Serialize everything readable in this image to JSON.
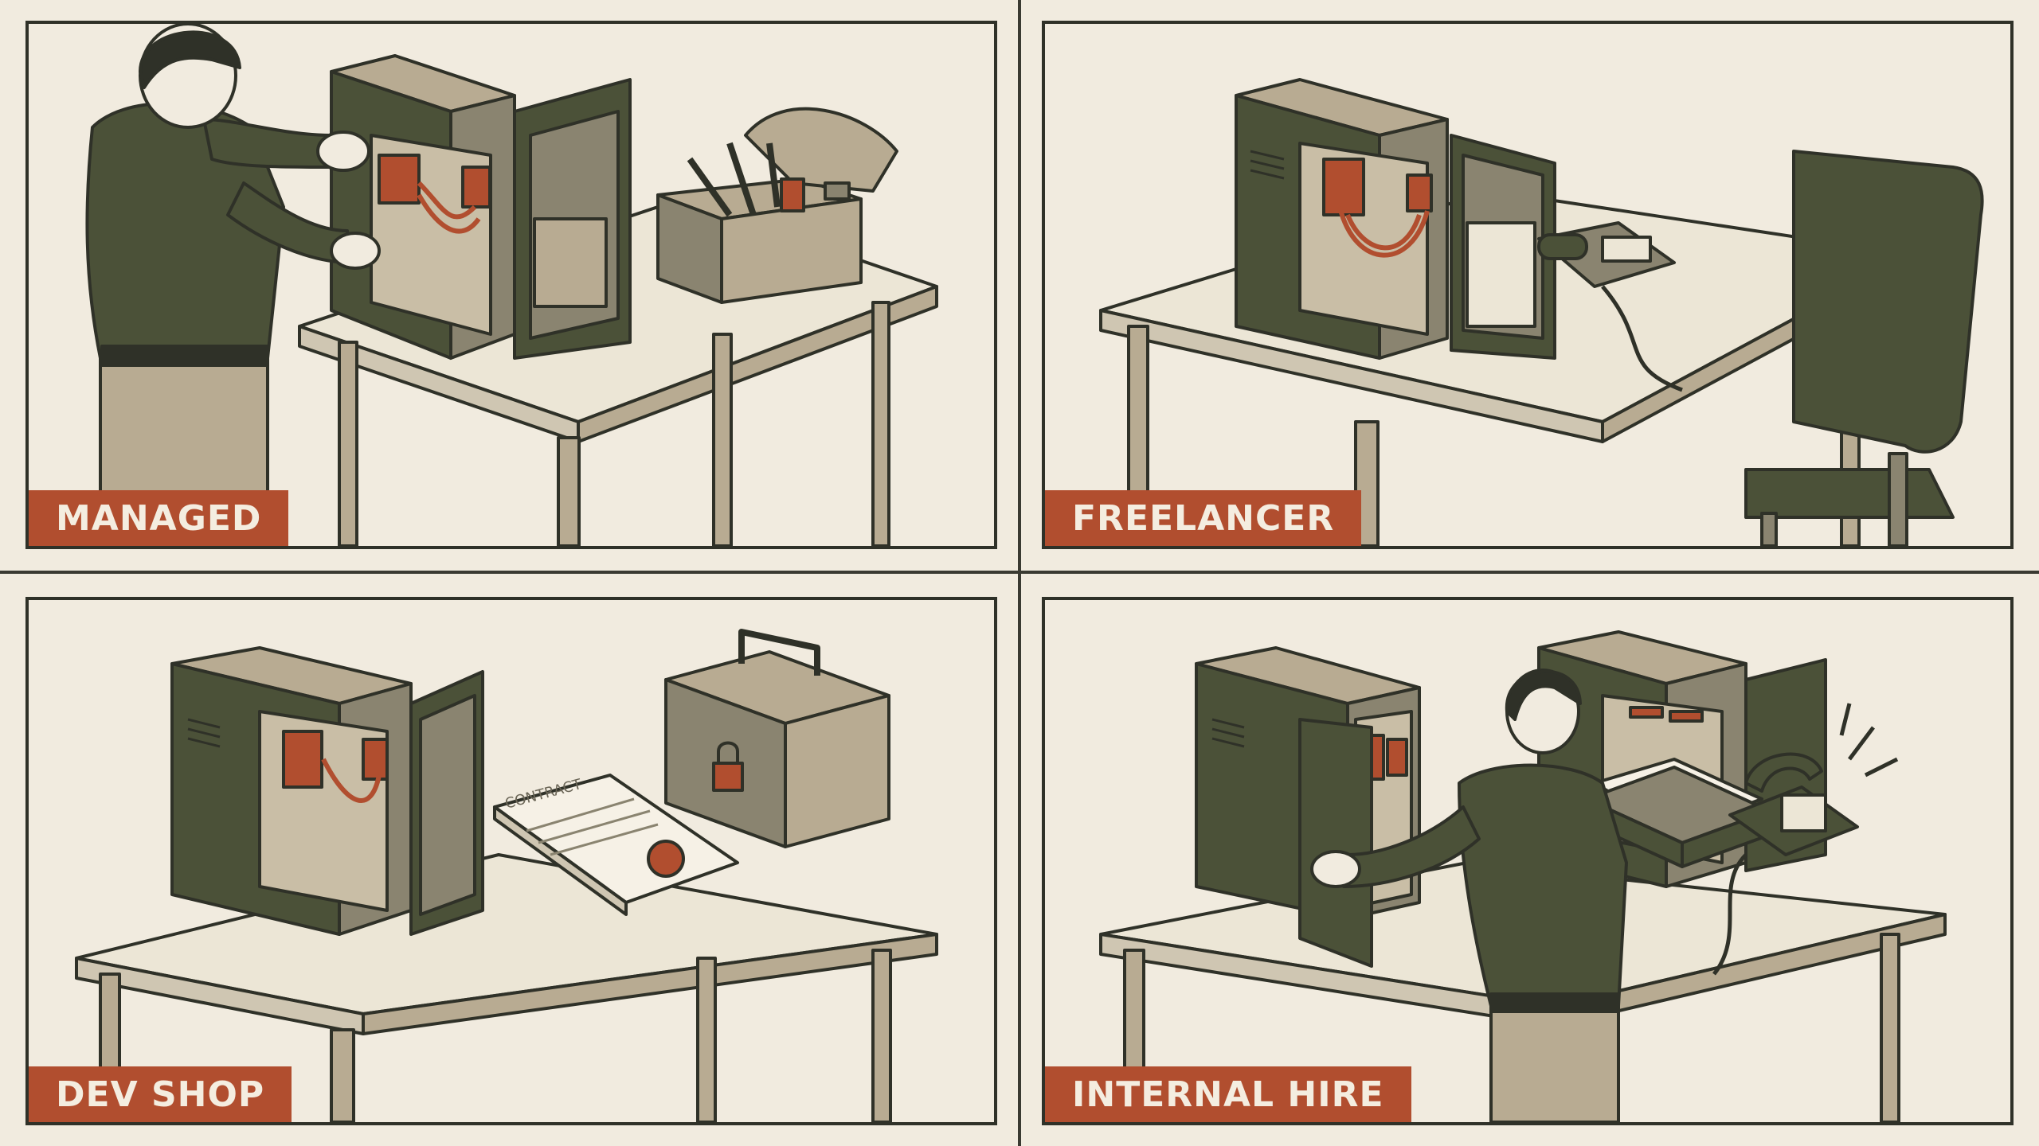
{
  "panels": [
    {
      "label": "MANAGED",
      "props": [
        "technician",
        "server-cabinet",
        "toolbox"
      ]
    },
    {
      "label": "FREELANCER",
      "props": [
        "server-cabinet",
        "desk-phone",
        "office-chair"
      ]
    },
    {
      "label": "DEV SHOP",
      "props": [
        "server-cabinet",
        "contract",
        "locked-toolbox"
      ],
      "contract_text": "CONTRACT"
    },
    {
      "label": "INTERNAL HIRE",
      "props": [
        "employee",
        "server-cabinets",
        "inbox-tray",
        "ringing-phone"
      ]
    }
  ],
  "colors": {
    "background": "#f1ebdf",
    "outline": "#2f3128",
    "olive": "#4b5138",
    "tan": "#b8ab92",
    "desk_top": "#ece6d6",
    "accent": "#b14e2f"
  }
}
